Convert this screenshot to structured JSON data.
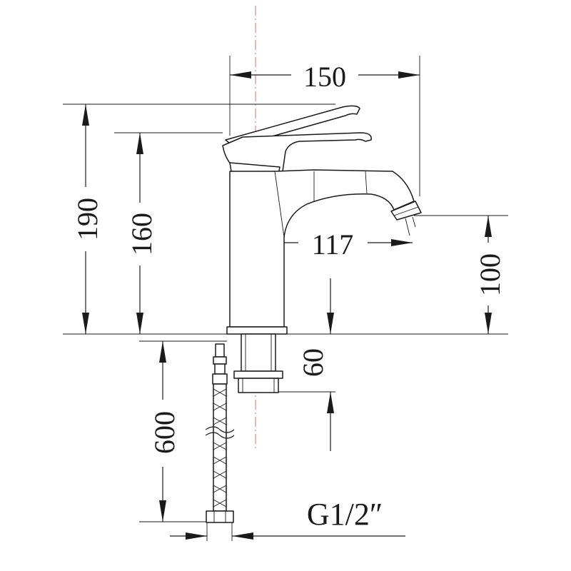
{
  "dimensions": {
    "width_total": "150",
    "height_total": "190",
    "height_handle": "160",
    "spout_reach": "117",
    "spout_height": "100",
    "shank_length": "60",
    "hose_length": "600"
  },
  "connection": {
    "thread": "G1/2″"
  }
}
